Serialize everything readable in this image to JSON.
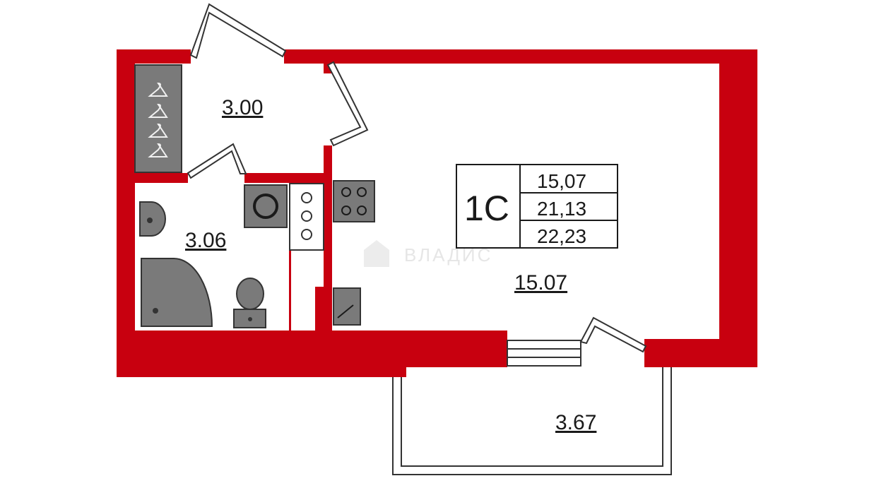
{
  "rooms": {
    "hall": {
      "area": "3.00"
    },
    "bathroom": {
      "area": "3.06"
    },
    "living": {
      "area": "15.07"
    },
    "balcony": {
      "area": "3.67"
    }
  },
  "legend": {
    "type": "1С",
    "living_area": "15,07",
    "total_area": "21,13",
    "total_with_balcony": "22,23"
  },
  "watermark": "ВЛАДИС",
  "colors": {
    "wall": "#c8000f",
    "fixture": "#7a7a7a"
  },
  "icons": [
    "hanger-icon",
    "sink-icon",
    "shower-icon",
    "toilet-icon",
    "washing-machine-icon",
    "stove-icon",
    "kitchen-sink-icon",
    "house-icon"
  ]
}
